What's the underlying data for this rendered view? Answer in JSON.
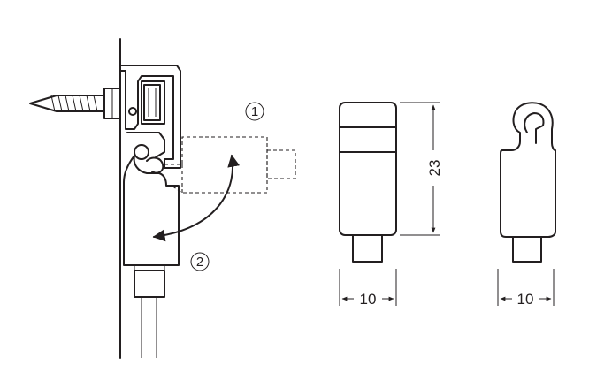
{
  "figure": {
    "step_markers": [
      "1",
      "2"
    ],
    "dimensions": {
      "body_width": "10",
      "body_height": "23",
      "hook_width": "10"
    }
  }
}
